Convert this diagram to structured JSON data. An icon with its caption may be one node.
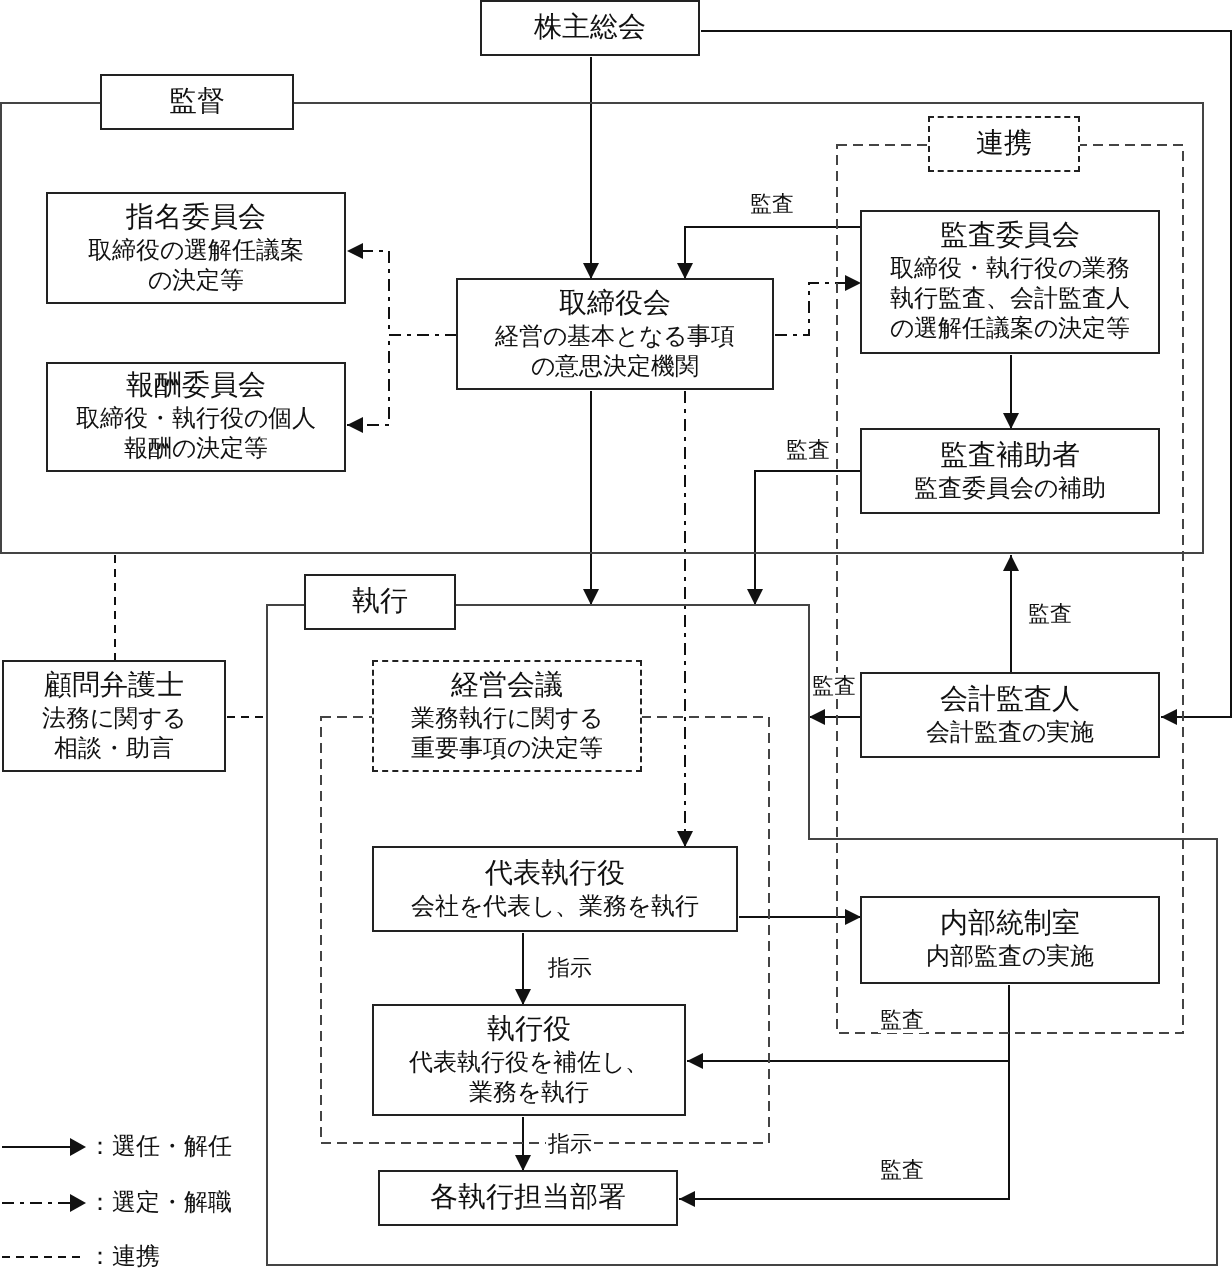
{
  "diagram": {
    "nodes": [
      {
        "text": [
          "株主総会"
        ]
      },
      {
        "text": [],
        "shape": "box"
      },
      {
        "text": [
          "監督"
        ]
      },
      {
        "text": [],
        "shape": "polygon"
      },
      {
        "text": [
          "執行"
        ]
      },
      {
        "text": [],
        "shape": "box"
      },
      {
        "text": [
          "連携"
        ],
        "in": 1
      },
      {
        "text": [
          "指名委員会",
          "取締役の選解任議案の決定等"
        ],
        "in": 1
      },
      {
        "text": [
          "報酬委員会",
          "取締役・執行役の個人報酬の決定等"
        ],
        "in": 1
      },
      {
        "text": [
          "取締役会",
          "経営の基本となる事項の意思決定機関"
        ],
        "in": 1
      },
      {
        "text": [
          "監査委員会",
          "取締役・執行役の業務執行監査、会計監査人の選解任議案の決定等"
        ]
      },
      {
        "text": [
          "監査補助者",
          "監査委員会の補助"
        ]
      },
      {
        "text": [
          "顧問弁護士",
          "法務に関する相談・助言"
        ]
      },
      {
        "text": [
          "会計監査人",
          "会計監査の実施"
        ],
        "in": 5
      },
      {
        "text": [],
        "shape": "box",
        "in": 3
      },
      {
        "text": [
          "経営会議",
          "業務執行に関する重要事項の決定等"
        ],
        "in": 3
      },
      {
        "text": [
          "代表執行役",
          "会社を代表し、業務を執行"
        ],
        "in": 14
      },
      {
        "text": [
          "執行役",
          "代表執行役を補佐し、業務を執行"
        ],
        "in": 14
      },
      {
        "text": [
          "各執行担当部署"
        ],
        "in": 3
      },
      {
        "text": [
          "内部統制室",
          "内部監査の実施"
        ]
      }
    ],
    "edges": [
      {
        "from": 0,
        "to": 9,
        "arrow": "to"
      },
      {
        "from": 9,
        "to": 3,
        "arrow": "to"
      },
      {
        "from": 9,
        "to": 7,
        "arrow": "to",
        "style": "dashed"
      },
      {
        "from": 9,
        "to": 8,
        "arrow": "to",
        "style": "dashed"
      },
      {
        "from": 9,
        "to": 10,
        "arrow": "to",
        "style": "dashed"
      },
      {
        "from": 9,
        "to": 16,
        "arrow": "to",
        "style": "dashed"
      },
      {
        "from": 10,
        "to": 9,
        "arrow": "to",
        "label": "監査"
      },
      {
        "from": 10,
        "to": 11,
        "arrow": "to"
      },
      {
        "from": 11,
        "to": 3,
        "arrow": "to",
        "label": "監査"
      },
      {
        "from": 13,
        "to": 1,
        "arrow": "to",
        "label": "監査"
      },
      {
        "from": 13,
        "to": 3,
        "arrow": "to",
        "label": "監査"
      },
      {
        "from": 0,
        "to": 13,
        "arrow": "to"
      },
      {
        "from": 16,
        "to": 19,
        "arrow": "to"
      },
      {
        "from": 16,
        "to": 17,
        "arrow": "to",
        "label": "指示"
      },
      {
        "from": 19,
        "to": 17,
        "arrow": "to",
        "label": "監査"
      },
      {
        "from": 19,
        "to": 18,
        "arrow": "to",
        "label": "監査"
      },
      {
        "from": 17,
        "to": 18,
        "arrow": "to",
        "label": "指示"
      },
      {
        "from": 12,
        "to": 1,
        "arrow": "none",
        "style": "dashed"
      },
      {
        "from": 12,
        "to": 3,
        "arrow": "none",
        "style": "dashed"
      }
    ],
    "legend": [
      {
        "text": "：選任・解任"
      },
      {
        "text": "：選定・解職"
      },
      {
        "text": "：連携"
      }
    ]
  }
}
